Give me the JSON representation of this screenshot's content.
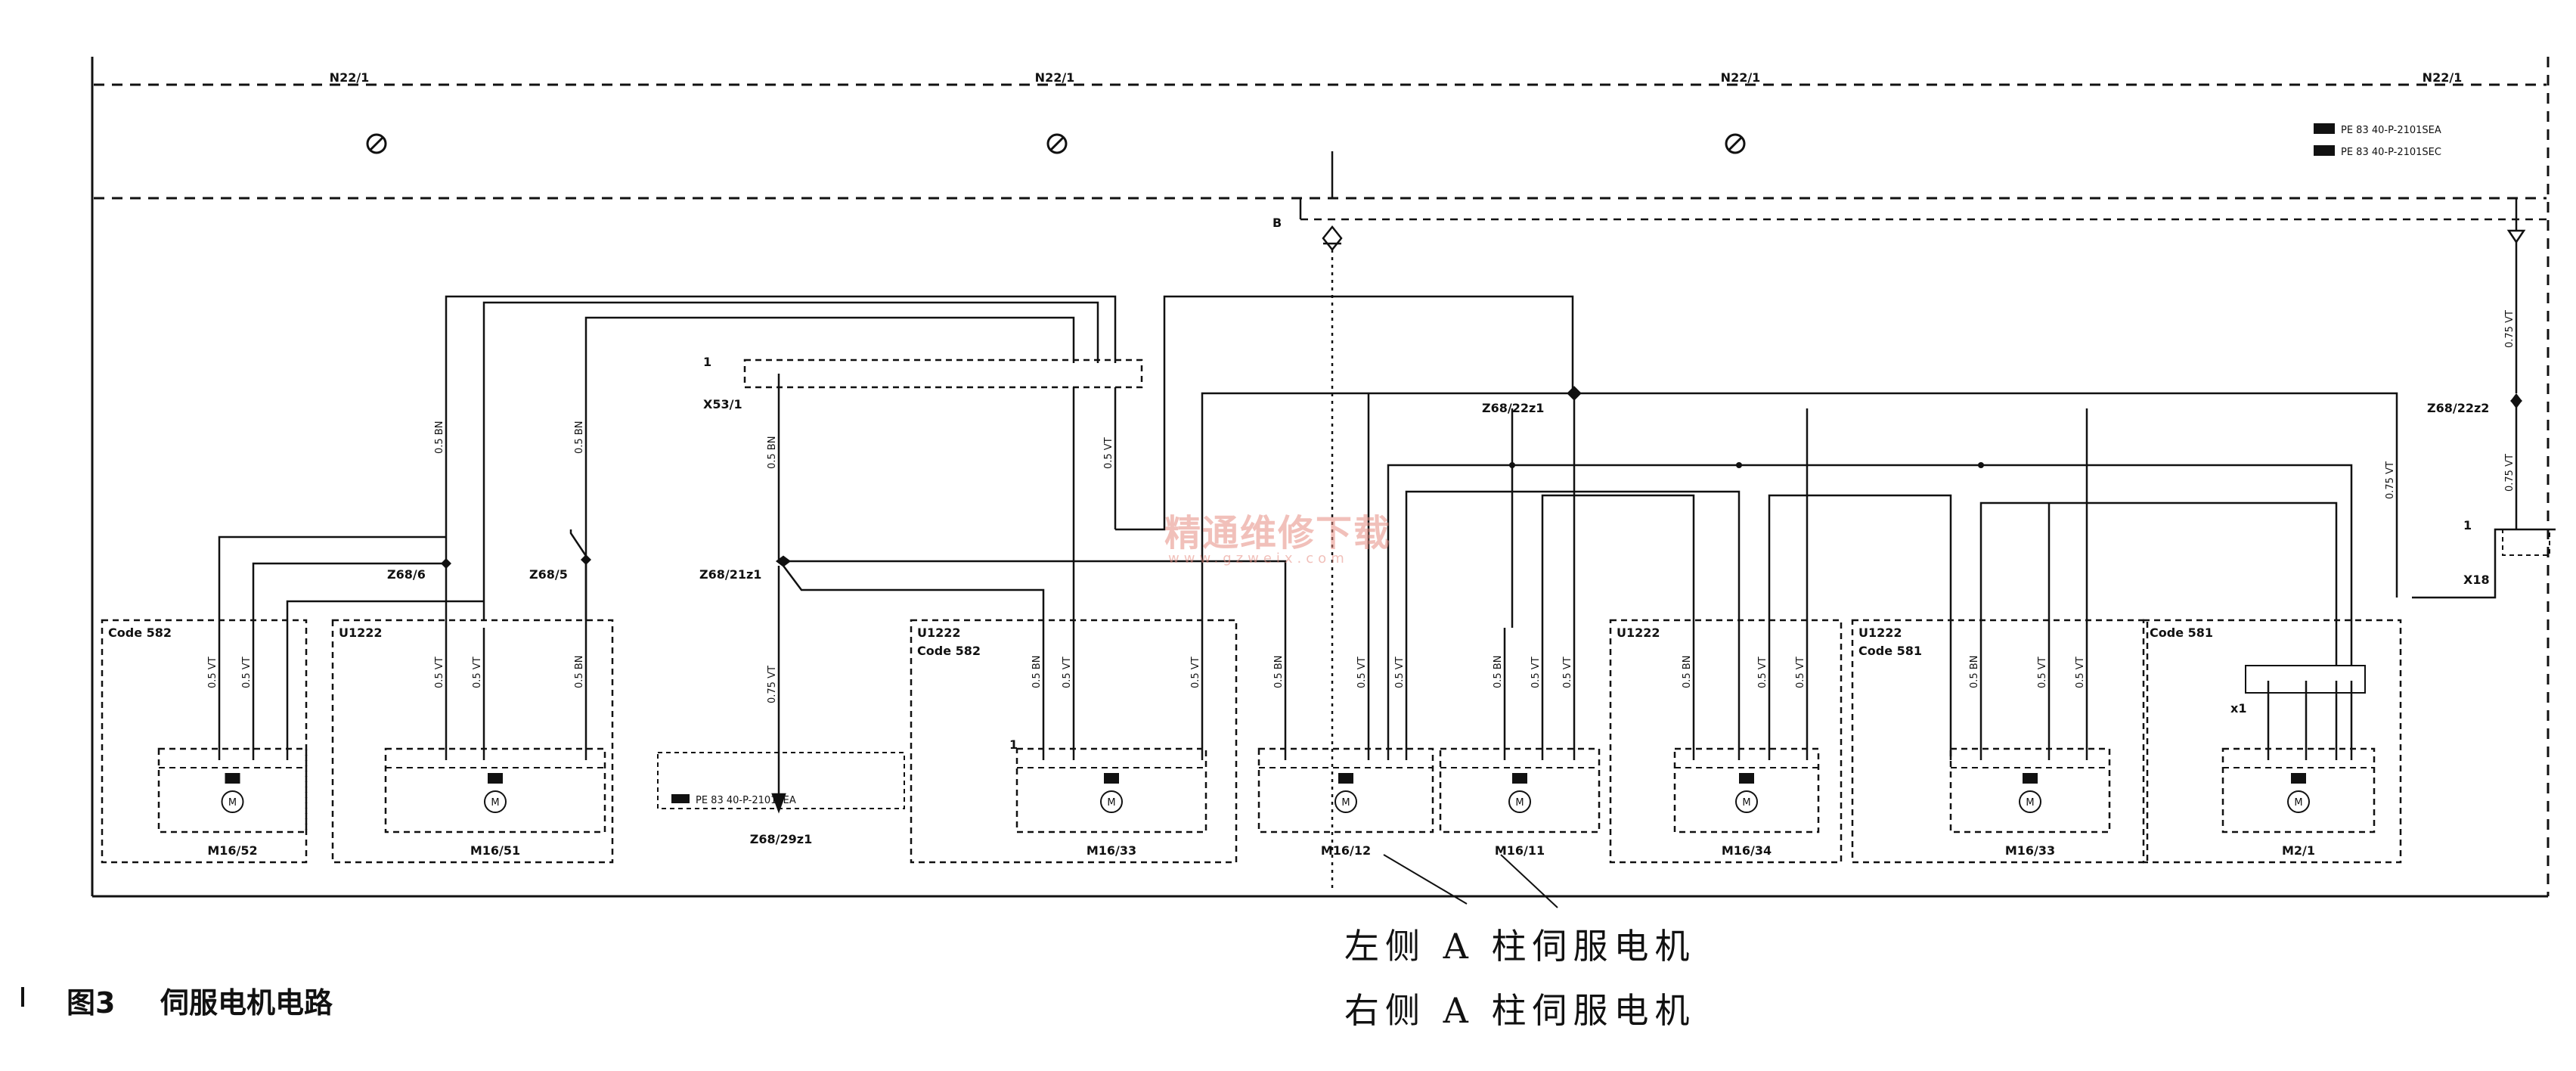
{
  "header": {
    "n22_labels": [
      "N22/1",
      "N22/1",
      "N22/1",
      "N22/1"
    ],
    "refs": [
      "PE 83 40-P-2101SEA",
      "PE 83 40-P-2101SEC"
    ]
  },
  "labels": {
    "b": "B",
    "x53": "X53/1",
    "x53_pin": "1",
    "z68_6": "Z68/6",
    "z68_5": "Z68/5",
    "z68_21z1": "Z68/21z1",
    "z68_22z1": "Z68/22z1",
    "z68_22z2": "Z68/22z2",
    "x18": "X18",
    "x18_pin": "1",
    "x1": "x1",
    "z68_29z1": "Z68/29z1",
    "z68_29z1_ref": "PE 83 40-P-2101SEA",
    "pin1": "1"
  },
  "boxes": [
    {
      "title1": "Code 582",
      "title2": "",
      "motor": "M16/52"
    },
    {
      "title1": "U1222",
      "title2": "",
      "motor": "M16/51"
    },
    {
      "title1": "U1222",
      "title2": "Code 582",
      "motor": "M16/33"
    },
    {
      "title1": "",
      "title2": "",
      "motor": "M16/12"
    },
    {
      "title1": "",
      "title2": "",
      "motor": "M16/11"
    },
    {
      "title1": "U1222",
      "title2": "",
      "motor": "M16/34"
    },
    {
      "title1": "U1222",
      "title2": "Code 581",
      "motor": "M16/33"
    },
    {
      "title1": "Code 581",
      "title2": "",
      "motor": "M2/1"
    }
  ],
  "annotations": {
    "left_a_pillar": "左侧 A 柱伺服电机",
    "right_a_pillar": "右侧 A 柱伺服电机"
  },
  "figure": {
    "number": "图3",
    "title": "伺服电机电路"
  },
  "watermark": {
    "text": "精通维修下载",
    "url": "www.gzweix.com"
  }
}
